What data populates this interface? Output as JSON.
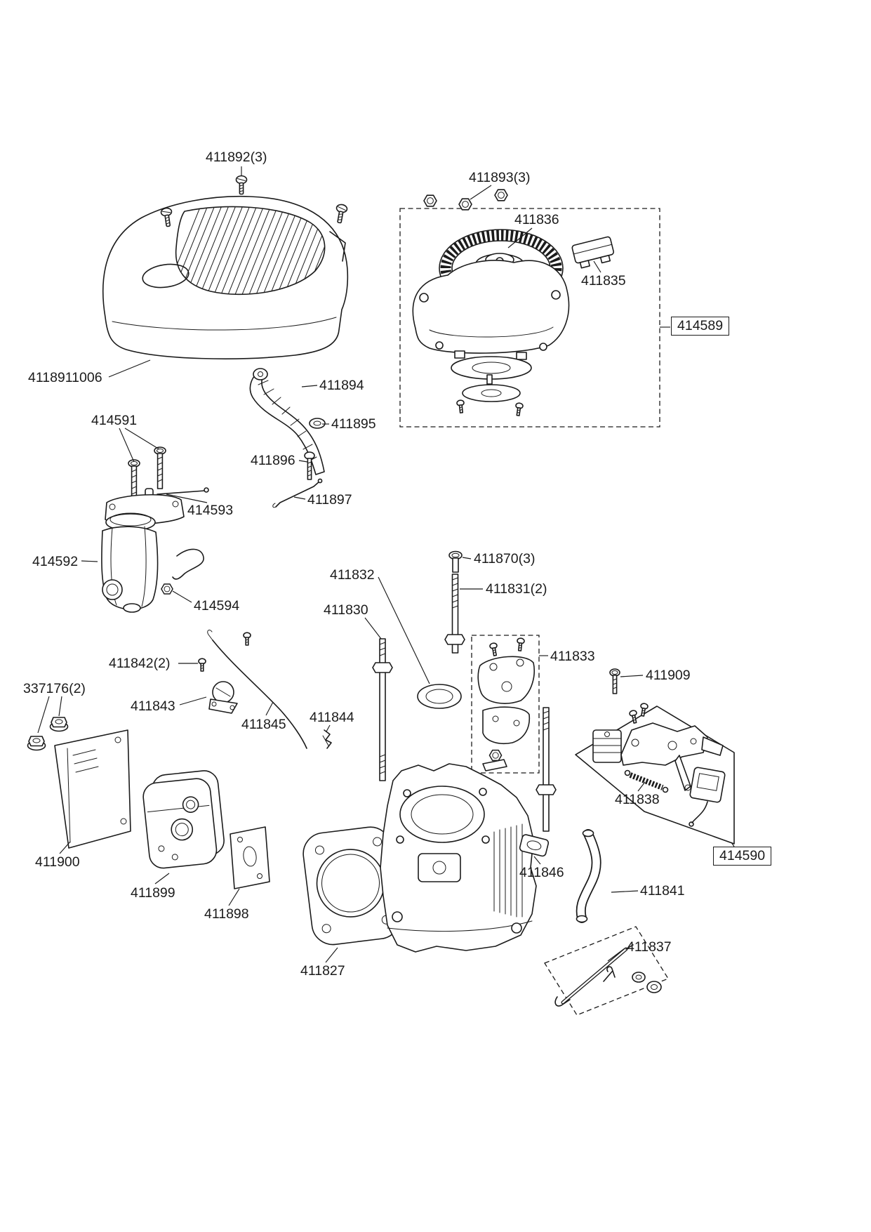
{
  "style": {
    "background": "#ffffff",
    "ink": "#1b1b1b"
  },
  "labels": [
    {
      "text": "411892(3)",
      "boxed": false
    },
    {
      "text": "411893(3)",
      "boxed": false
    },
    {
      "text": "411836",
      "boxed": false
    },
    {
      "text": "411835",
      "boxed": false
    },
    {
      "text": "414589",
      "boxed": true
    },
    {
      "text": "4118911006",
      "boxed": false
    },
    {
      "text": "411894",
      "boxed": false
    },
    {
      "text": "411895",
      "boxed": false
    },
    {
      "text": "414591",
      "boxed": false
    },
    {
      "text": "411896",
      "boxed": false
    },
    {
      "text": "414593",
      "boxed": false
    },
    {
      "text": "411897",
      "boxed": false
    },
    {
      "text": "414592",
      "boxed": false
    },
    {
      "text": "411870(3)",
      "boxed": false
    },
    {
      "text": "411831(2)",
      "boxed": false
    },
    {
      "text": "414594",
      "boxed": false
    },
    {
      "text": "411832",
      "boxed": false
    },
    {
      "text": "411830",
      "boxed": false
    },
    {
      "text": "411842(2)",
      "boxed": false
    },
    {
      "text": "411833",
      "boxed": false
    },
    {
      "text": "411909",
      "boxed": false
    },
    {
      "text": "337176(2)",
      "boxed": false
    },
    {
      "text": "411843",
      "boxed": false
    },
    {
      "text": "411845",
      "boxed": false
    },
    {
      "text": "411844",
      "boxed": false
    },
    {
      "text": "411838",
      "boxed": false
    },
    {
      "text": "414590",
      "boxed": true
    },
    {
      "text": "411900",
      "boxed": false
    },
    {
      "text": "411846",
      "boxed": false
    },
    {
      "text": "411841",
      "boxed": false
    },
    {
      "text": "411899",
      "boxed": false
    },
    {
      "text": "411898",
      "boxed": false
    },
    {
      "text": "411837",
      "boxed": false
    },
    {
      "text": "411827",
      "boxed": false
    }
  ]
}
